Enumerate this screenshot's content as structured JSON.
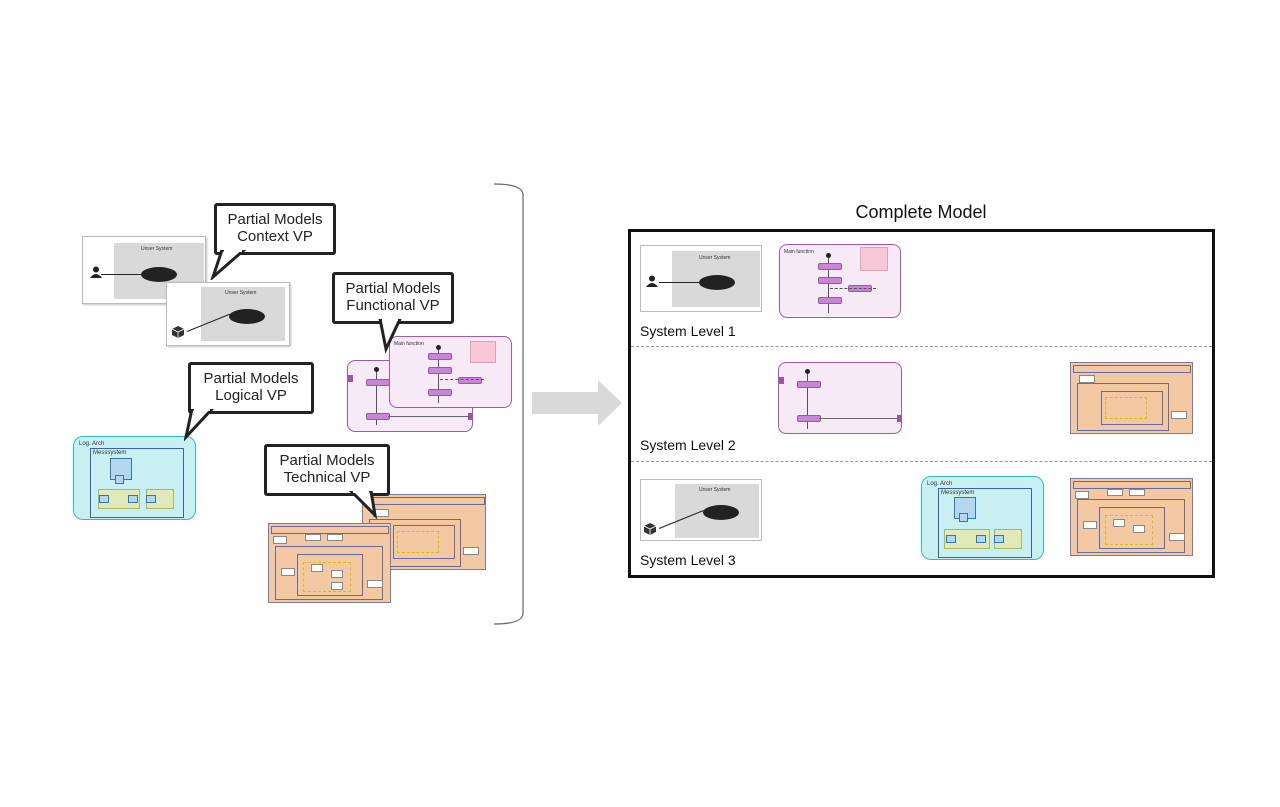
{
  "callouts": {
    "context": [
      "Partial Models",
      "Context VP"
    ],
    "functional": [
      "Partial Models",
      "Functional VP"
    ],
    "logical": [
      "Partial Models",
      "Logical VP"
    ],
    "technical": [
      "Partial Models",
      "Technical VP"
    ]
  },
  "complete_model": {
    "title": "Complete Model",
    "levels": [
      "System Level 1",
      "System Level 2",
      "System Level 3"
    ]
  },
  "thumbnails": {
    "context_system_title": "Unser System",
    "logical_arch": "Log. Arch",
    "logical_system": "Messsystem"
  },
  "colors": {
    "context_gray": "#d9d9d9",
    "functional_pink": "#f7eaf7",
    "functional_border": "#a35aa3",
    "logical_cyan": "#c8f0f2",
    "technical_orange": "#f3c9a3",
    "arrow_gray": "#d9d9d9"
  }
}
